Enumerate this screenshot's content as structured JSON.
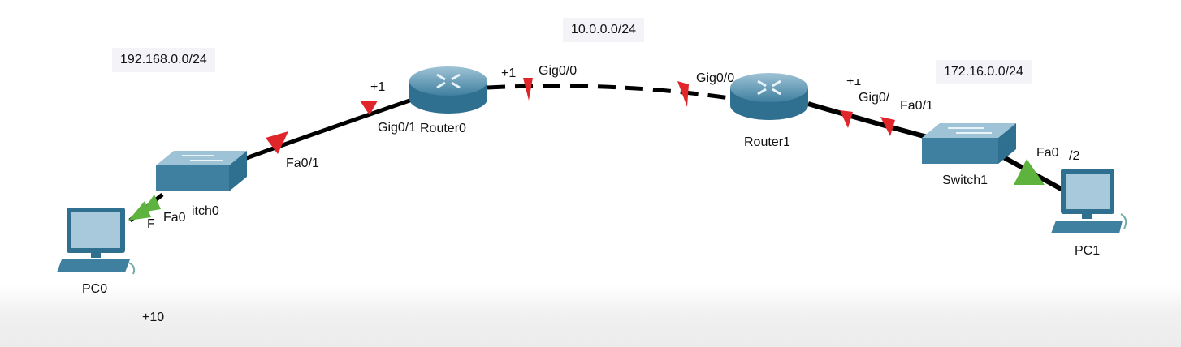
{
  "networks": {
    "lan_left": "192.168.0.0/24",
    "wan": "10.0.0.0/24",
    "lan_right": "172.16.0.0/24"
  },
  "devices": {
    "router0": "Router0",
    "router1": "Router1",
    "switch0": "itch0",
    "switch1": "Switch1",
    "pc0": "PC0",
    "pc1": "PC1"
  },
  "ports": {
    "r0_gig01": "Gig0/1",
    "r0_gig00": "Gig0/0",
    "r1_gig00": "Gig0/0",
    "r1_gig01": "Gig0/",
    "sw0_fa01": "Fa0/1",
    "sw0_fa0": "Fa0",
    "pc0_f": "F",
    "sw1_fa01": "Fa0/1",
    "sw1_fa0": "Fa0",
    "sw1_slash2": "/2"
  },
  "indicators": {
    "plus1_a": "+1",
    "plus1_b": "+1",
    "plus1_c": "+1",
    "plus10": "+10"
  },
  "link_states": {
    "down_color": "#e0262b",
    "up_color": "#5db33d"
  },
  "icons": [
    "router-icon",
    "switch-icon",
    "pc-icon"
  ]
}
